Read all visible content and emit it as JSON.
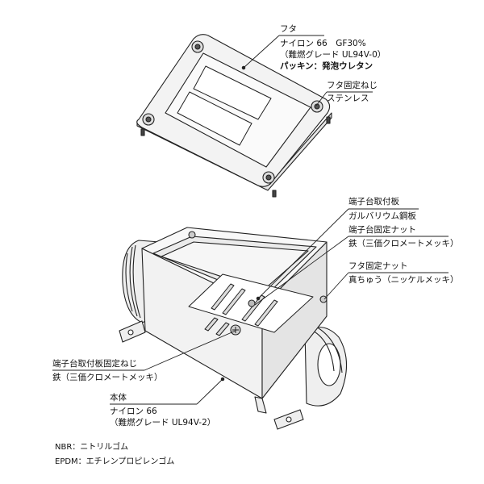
{
  "callouts": {
    "lid": {
      "title": "フタ",
      "material_line1": "ナイロン 66　GF30%",
      "material_line2": "（難燃グレード UL94V-0）",
      "gasket": "パッキン：発泡ウレタン"
    },
    "lid_screw": {
      "title": "フタ固定ねじ",
      "material": "ステンレス"
    },
    "terminal_plate": {
      "title": "端子台取付板",
      "material": "ガルバリウム鋼板"
    },
    "terminal_nut": {
      "title": "端子台固定ナット",
      "material": "鉄（三価クロメートメッキ）"
    },
    "lid_nut": {
      "title": "フタ固定ナット",
      "material": "真ちゅう（ニッケルメッキ）"
    },
    "plate_screw": {
      "title": "端子台取付板固定ねじ",
      "material": "鉄（三価クロメートメッキ）"
    },
    "body": {
      "title": "本体",
      "material_line1": "ナイロン 66",
      "material_line2": "（難燃グレード UL94V-2）"
    }
  },
  "legend": {
    "nbr": "NBR：ニトリルゴム",
    "epdm": "EPDM：エチレンプロピレンゴム"
  }
}
